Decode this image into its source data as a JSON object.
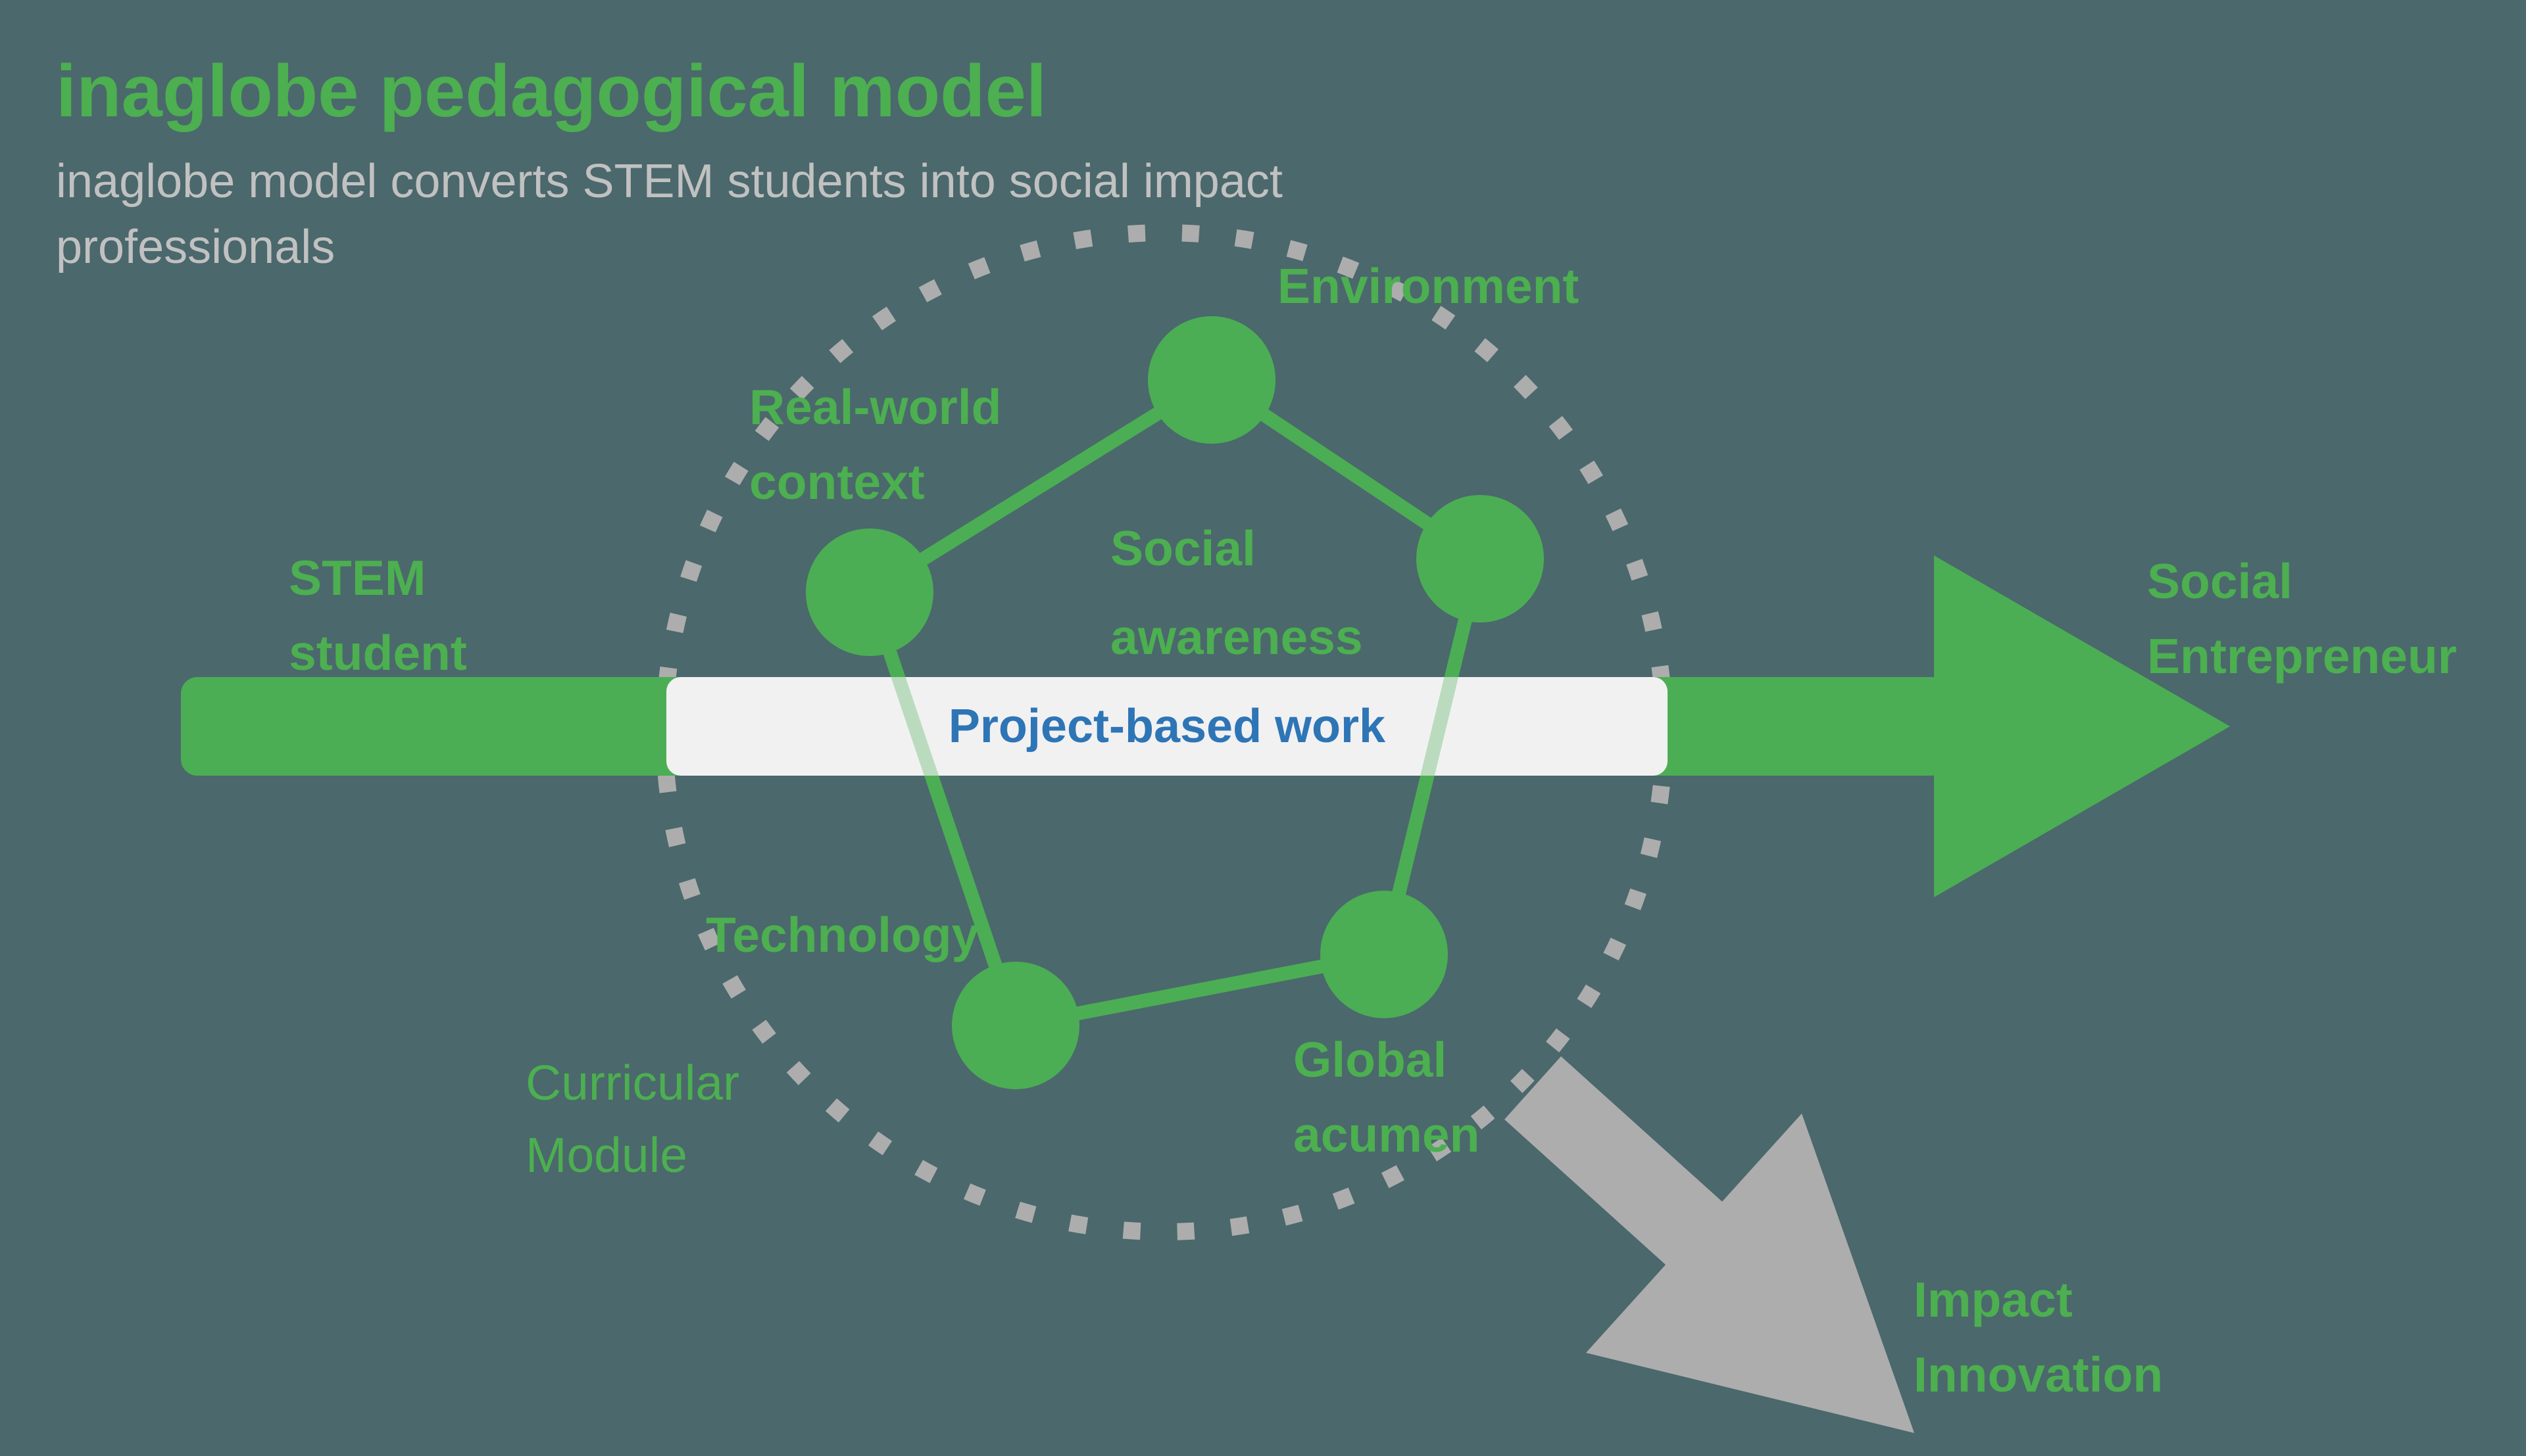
{
  "title": "inaglobe pedagogical model",
  "subtitle": "inaglobe model converts STEM students into social impact\nprofessionals",
  "flow": {
    "input_label": "STEM\nstudent",
    "process_label": "Project-based work",
    "output_label": "Social\nEntrepreneur",
    "impact_label": "Impact\nInnovation"
  },
  "circle": {
    "label": "Curricular\nModule"
  },
  "competencies": {
    "environment": "Environment",
    "real_world_context": "Real-world\ncontext",
    "social_awareness": "Social\nawareness",
    "technology": "Technology",
    "global_acumen": "Global\nacumen"
  },
  "colors": {
    "background": "#4B686C",
    "green": "#4BAE54",
    "green_text": "#4CAF50",
    "gray": "#ADADAD",
    "subtitle_gray": "#C1C1C1",
    "band": "#F1F1F2",
    "blue": "#2E75B6"
  }
}
